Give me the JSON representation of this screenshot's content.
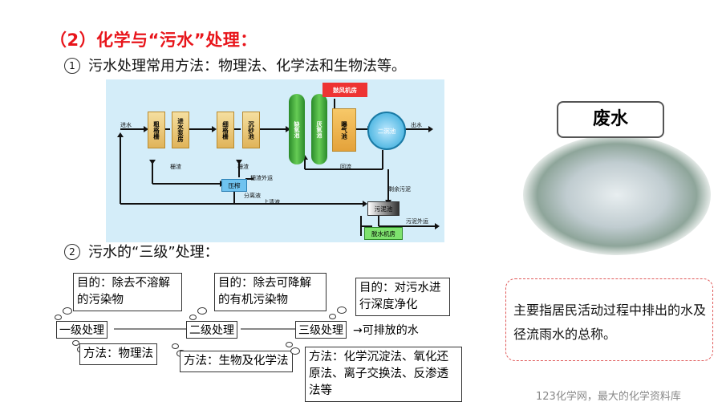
{
  "title": "（2）化学与“污水”处理：",
  "point1": {
    "marker": "1",
    "text": "污水处理常用方法：物理法、化学法和生物法等。"
  },
  "point2": {
    "marker": "2",
    "text": "污水的“三级”处理："
  },
  "diagram": {
    "inflow": "进水",
    "coarse_grid": "粗格栅",
    "inflow_pump": "进水泵房",
    "fine_grid": "细格栅",
    "grit_tank": "沉砂池",
    "anaerobic": "缺氧池",
    "anoxic": "厌氧池",
    "aeration": "曝气池",
    "blower": "鼓风机房",
    "clarifier": "二沉池",
    "outflow": "出水",
    "screenings1": "栅渣",
    "screenings2": "栅渣",
    "screenings_out": "栅渣外运",
    "press": "压榨",
    "separated_liquid": "分离液",
    "return_flow": "回流",
    "residual_sludge": "剩余污泥",
    "supernatant": "上清液",
    "sludge_tank": "污泥池",
    "sludge_out": "污泥外运",
    "dewater_room": "脱水机房"
  },
  "stages": {
    "primary": "一级处理",
    "secondary": "二级处理",
    "tertiary": "三级处理",
    "result": "→可排放的水",
    "goal1": "目的：除去不溶解的污染物",
    "goal2": "目的：除去可降解的有机污染物",
    "goal3": "目的：对污水进行深度净化",
    "method1": "方法：物理法",
    "method2": "方法：生物及化学法",
    "method3": "方法：化学沉淀法、氧化还原法、离子交换法、反渗透法等"
  },
  "wastewater": {
    "title": "废水",
    "definition": "主要指居民活动过程中排出的水及径流雨水的总称。"
  },
  "footer": "123化学网，最大的化学资料库"
}
